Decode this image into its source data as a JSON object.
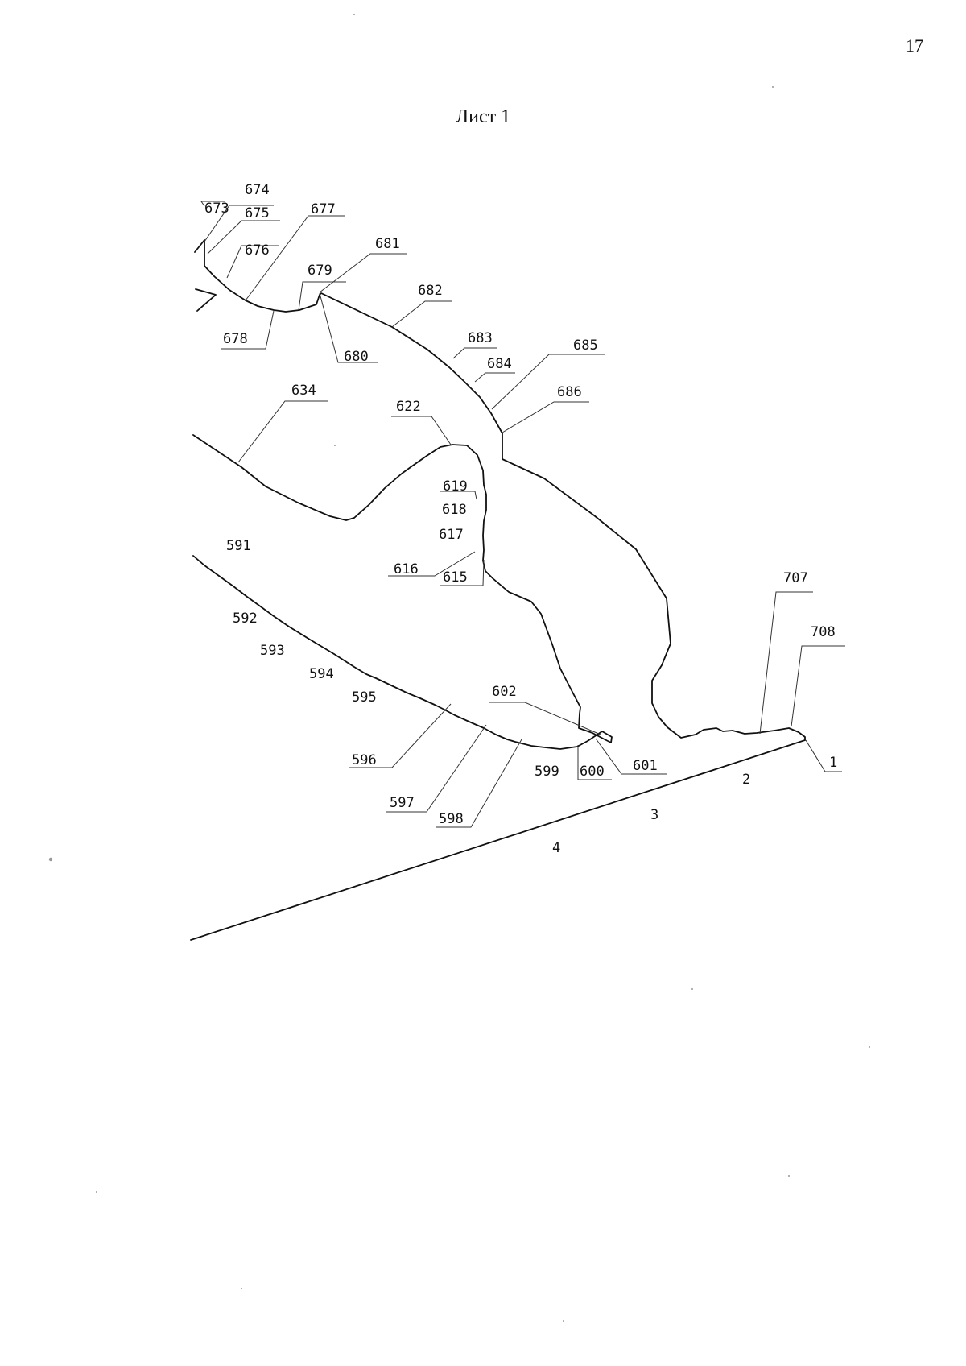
{
  "page_number": "17",
  "sheet_title": "Лист 1",
  "labels": [
    {
      "id": "1",
      "text": "1"
    },
    {
      "id": "2",
      "text": "2"
    },
    {
      "id": "3",
      "text": "3"
    },
    {
      "id": "4",
      "text": "4"
    },
    {
      "id": "591",
      "text": "591"
    },
    {
      "id": "592",
      "text": "592"
    },
    {
      "id": "593",
      "text": "593"
    },
    {
      "id": "594",
      "text": "594"
    },
    {
      "id": "595",
      "text": "595"
    },
    {
      "id": "596",
      "text": "596"
    },
    {
      "id": "597",
      "text": "597"
    },
    {
      "id": "598",
      "text": "598"
    },
    {
      "id": "599",
      "text": "599"
    },
    {
      "id": "600",
      "text": "600"
    },
    {
      "id": "601",
      "text": "601"
    },
    {
      "id": "602",
      "text": "602"
    },
    {
      "id": "615",
      "text": "615"
    },
    {
      "id": "616",
      "text": "616"
    },
    {
      "id": "617",
      "text": "617"
    },
    {
      "id": "618",
      "text": "618"
    },
    {
      "id": "619",
      "text": "619"
    },
    {
      "id": "622",
      "text": "622"
    },
    {
      "id": "634",
      "text": "634"
    },
    {
      "id": "673",
      "text": "673"
    },
    {
      "id": "674",
      "text": "674"
    },
    {
      "id": "675",
      "text": "675"
    },
    {
      "id": "676",
      "text": "676"
    },
    {
      "id": "677",
      "text": "677"
    },
    {
      "id": "678",
      "text": "678"
    },
    {
      "id": "679",
      "text": "679"
    },
    {
      "id": "680",
      "text": "680"
    },
    {
      "id": "681",
      "text": "681"
    },
    {
      "id": "682",
      "text": "682"
    },
    {
      "id": "683",
      "text": "683"
    },
    {
      "id": "684",
      "text": "684"
    },
    {
      "id": "685",
      "text": "685"
    },
    {
      "id": "686",
      "text": "686"
    },
    {
      "id": "707",
      "text": "707"
    },
    {
      "id": "708",
      "text": "708"
    }
  ]
}
